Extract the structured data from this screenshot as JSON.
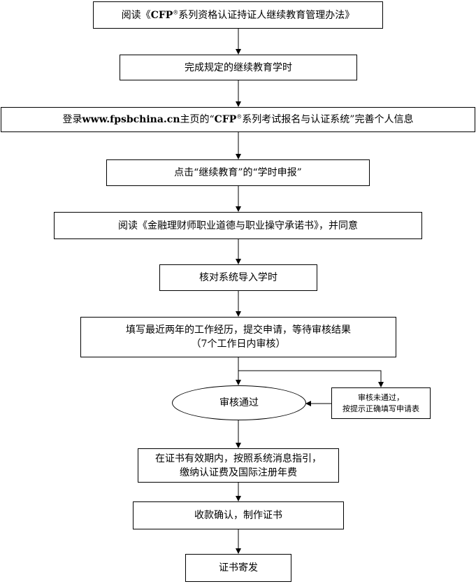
{
  "flowchart": {
    "step1": {
      "pre": "阅读《",
      "brand": "CFP",
      "reg": "®",
      "post": "系列资格认证持证人继续教育管理办法》"
    },
    "step2": "完成规定的继续教育学时",
    "step3": {
      "pre": "登录",
      "url": "www.fpsbchina.cn",
      "mid": "主页的“",
      "brand": "CFP",
      "reg": "®",
      "post": "系列考试报名与认证系统”完善个人信息"
    },
    "step4": "点击“继续教育”的“学时申报”",
    "step5": "阅读《金融理财师职业道德与职业操守承诺书》，并同意",
    "step6": "核对系统导入学时",
    "step7": {
      "line1": "填写最近两年的工作经历，提交申请，等待审核结果",
      "line2": "（7个工作日内审核）"
    },
    "decision": "审核通过",
    "reject": {
      "line1": "审核未通过，",
      "line2": "按提示正确填写申请表"
    },
    "step8": {
      "line1": "在证书有效期内，按照系统消息指引，",
      "line2": "缴纳认证费及国际注册年费"
    },
    "step9": "收款确认，制作证书",
    "step10": "证书寄发"
  }
}
